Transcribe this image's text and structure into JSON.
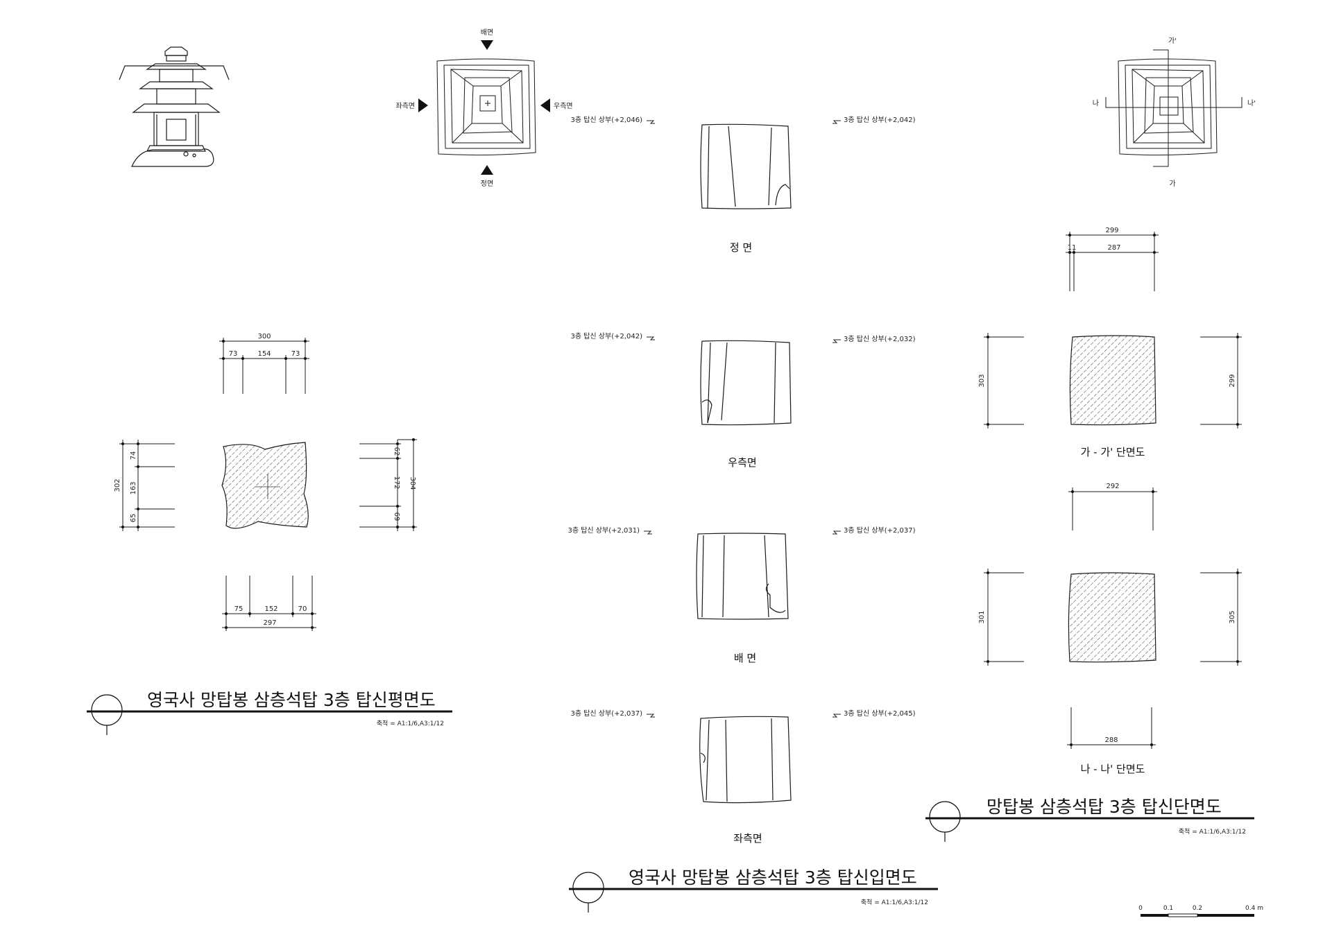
{
  "plan_drawing": {
    "title": "영국사 망탑봉 삼층석탑 3층 탑신평면도",
    "scale": "축척 = A1:1/6,A3:1/12",
    "dims_top_total": "300",
    "dims_top_parts": [
      "73",
      "154",
      "73"
    ],
    "dims_left_total": "302",
    "dims_left_parts": [
      "74",
      "163",
      "65"
    ],
    "dims_right_total": "304",
    "dims_right_parts": [
      "62",
      "172",
      "69"
    ],
    "dims_bottom_total": "297",
    "dims_bottom_parts": [
      "75",
      "152",
      "70"
    ]
  },
  "key_plan": {
    "back": "배면",
    "front": "정면",
    "left": "좌측면",
    "right": "우측면"
  },
  "section_key": {
    "top": "가'",
    "bottom": "가",
    "left": "나",
    "right": "나'"
  },
  "elevations": {
    "title": "영국사 망탑봉 삼층석탑 3층 탑신입면도",
    "scale": "축척 = A1:1/6,A3:1/12",
    "views": [
      {
        "label": "정 면",
        "left_level": "3층 탑신 상부(+2,046)",
        "right_level": "3층 탑신 상부(+2,042)"
      },
      {
        "label": "우측면",
        "left_level": "3층 탑신 상부(+2,042)",
        "right_level": "3층 탑신 상부(+2,032)"
      },
      {
        "label": "배 면",
        "left_level": "3층 탑신 상부(+2,031)",
        "right_level": "3층 탑신 상부(+2,037)"
      },
      {
        "label": "좌측면",
        "left_level": "3층 탑신 상부(+2,037)",
        "right_level": "3층 탑신 상부(+2,045)"
      }
    ]
  },
  "sections": {
    "title": "망탑봉 삼층석탑 3층 탑신단면도",
    "scale": "축척 = A1:1/6,A3:1/12",
    "section_a": {
      "label": "가 - 가' 단면도",
      "top_total": "299",
      "top_inner": "287",
      "top_small": "11",
      "left": "303",
      "right": "299"
    },
    "section_b": {
      "label": "나 - 나' 단면도",
      "top": "292",
      "bottom": "288",
      "left": "301",
      "right": "305"
    }
  },
  "scale_bar": {
    "ticks": [
      "0",
      "0.1",
      "0.2",
      "0.4 m"
    ]
  },
  "colors": {
    "line": "#1a1a1a",
    "hatch": "#444444"
  }
}
